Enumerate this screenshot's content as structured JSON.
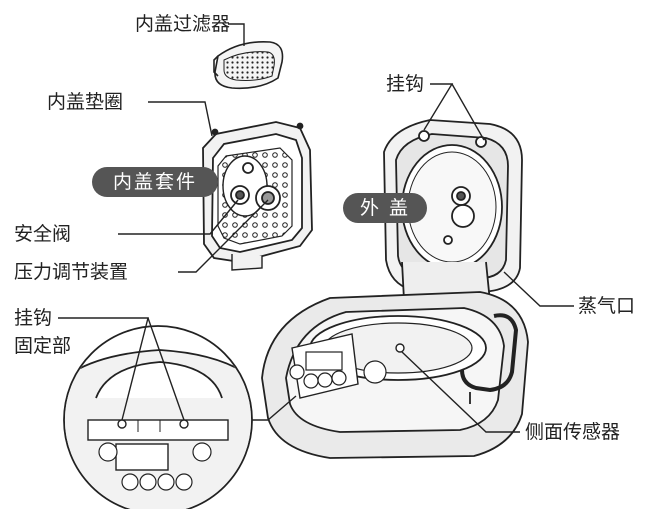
{
  "labels": {
    "inner_lid_filter": "内盖过滤器",
    "inner_lid_gasket": "内盖垫圈",
    "inner_lid_set": "内盖套件",
    "safety_valve": "安全阀",
    "pressure_device": "压力调节装置",
    "hook_top": "挂钩",
    "outer_lid": "外 盖",
    "steam_vent": "蒸气口",
    "hook_mount_line1": "挂钩",
    "hook_mount_line2": "固定部",
    "side_sensor": "侧面传感器"
  },
  "colors": {
    "line": "#222222",
    "pill": "#555555",
    "fill_light": "#f2f2f2",
    "fill_mid": "#d9d9d9"
  }
}
